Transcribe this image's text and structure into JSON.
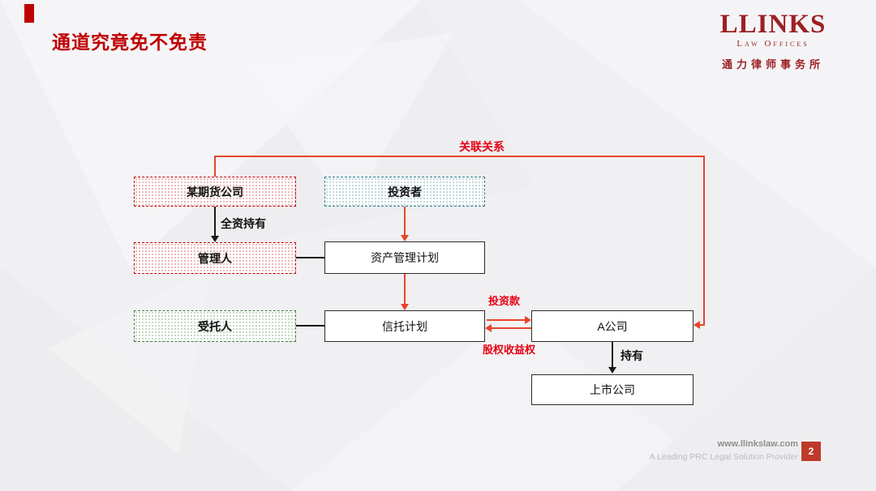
{
  "slide": {
    "title": "通道究竟免不免责",
    "page_number": "2"
  },
  "logo": {
    "wordmark": "LLINKS",
    "subtitle": "Law Offices",
    "chinese_name": "通力律师事务所"
  },
  "footer": {
    "website": "www.llinkslaw.com",
    "tagline": "A Leading PRC Legal Solution Provider"
  },
  "diagram": {
    "boxes": {
      "futures_company": "某期货公司",
      "investor": "投资者",
      "manager": "管理人",
      "asset_management_plan": "资产管理计划",
      "trustee": "受托人",
      "trust_plan": "信托计划",
      "company_a": "A公司",
      "listed_company": "上市公司"
    },
    "labels": {
      "affiliation": "关联关系",
      "wholly_owned": "全资持有",
      "investment_funds": "投资款",
      "equity_income_rights": "股权收益权",
      "holds": "持有"
    },
    "colors": {
      "title_red": "#c00000",
      "logo_red": "#9c2023",
      "connector_red": "#e8432c",
      "label_red": "#e60013",
      "line_black": "#1a1a1a",
      "page_box_red": "#bf3a2b",
      "box_red_dots": "#c01414",
      "box_teal_dots": "#2e7d8a",
      "box_green_dots": "#3a7d3a"
    }
  }
}
